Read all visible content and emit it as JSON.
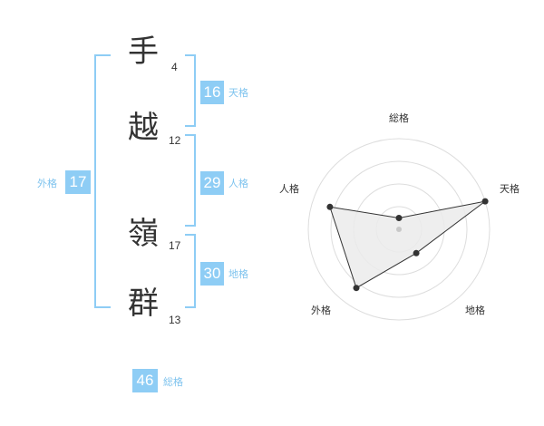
{
  "name": {
    "characters": [
      {
        "char": "手",
        "strokes": "4"
      },
      {
        "char": "越",
        "strokes": "12"
      },
      {
        "char": "嶺",
        "strokes": "17"
      },
      {
        "char": "群",
        "strokes": "13"
      }
    ]
  },
  "fortunes": {
    "tenkaku": {
      "value": "16",
      "label": "天格"
    },
    "jinkaku": {
      "value": "29",
      "label": "人格"
    },
    "chikaku": {
      "value": "30",
      "label": "地格"
    },
    "gaikaku": {
      "value": "17",
      "label": "外格"
    },
    "soukaku": {
      "value": "46",
      "label": "総格"
    }
  },
  "colors": {
    "accent": "#8ecdf5",
    "label": "#7ec3ee",
    "text": "#333333"
  },
  "chart_data": {
    "type": "radar",
    "axes": [
      "総格",
      "天格",
      "地格",
      "外格",
      "人格"
    ],
    "rings": 4,
    "max": 4,
    "values": [
      0.5,
      4,
      1.3,
      3.2,
      3.2
    ]
  }
}
